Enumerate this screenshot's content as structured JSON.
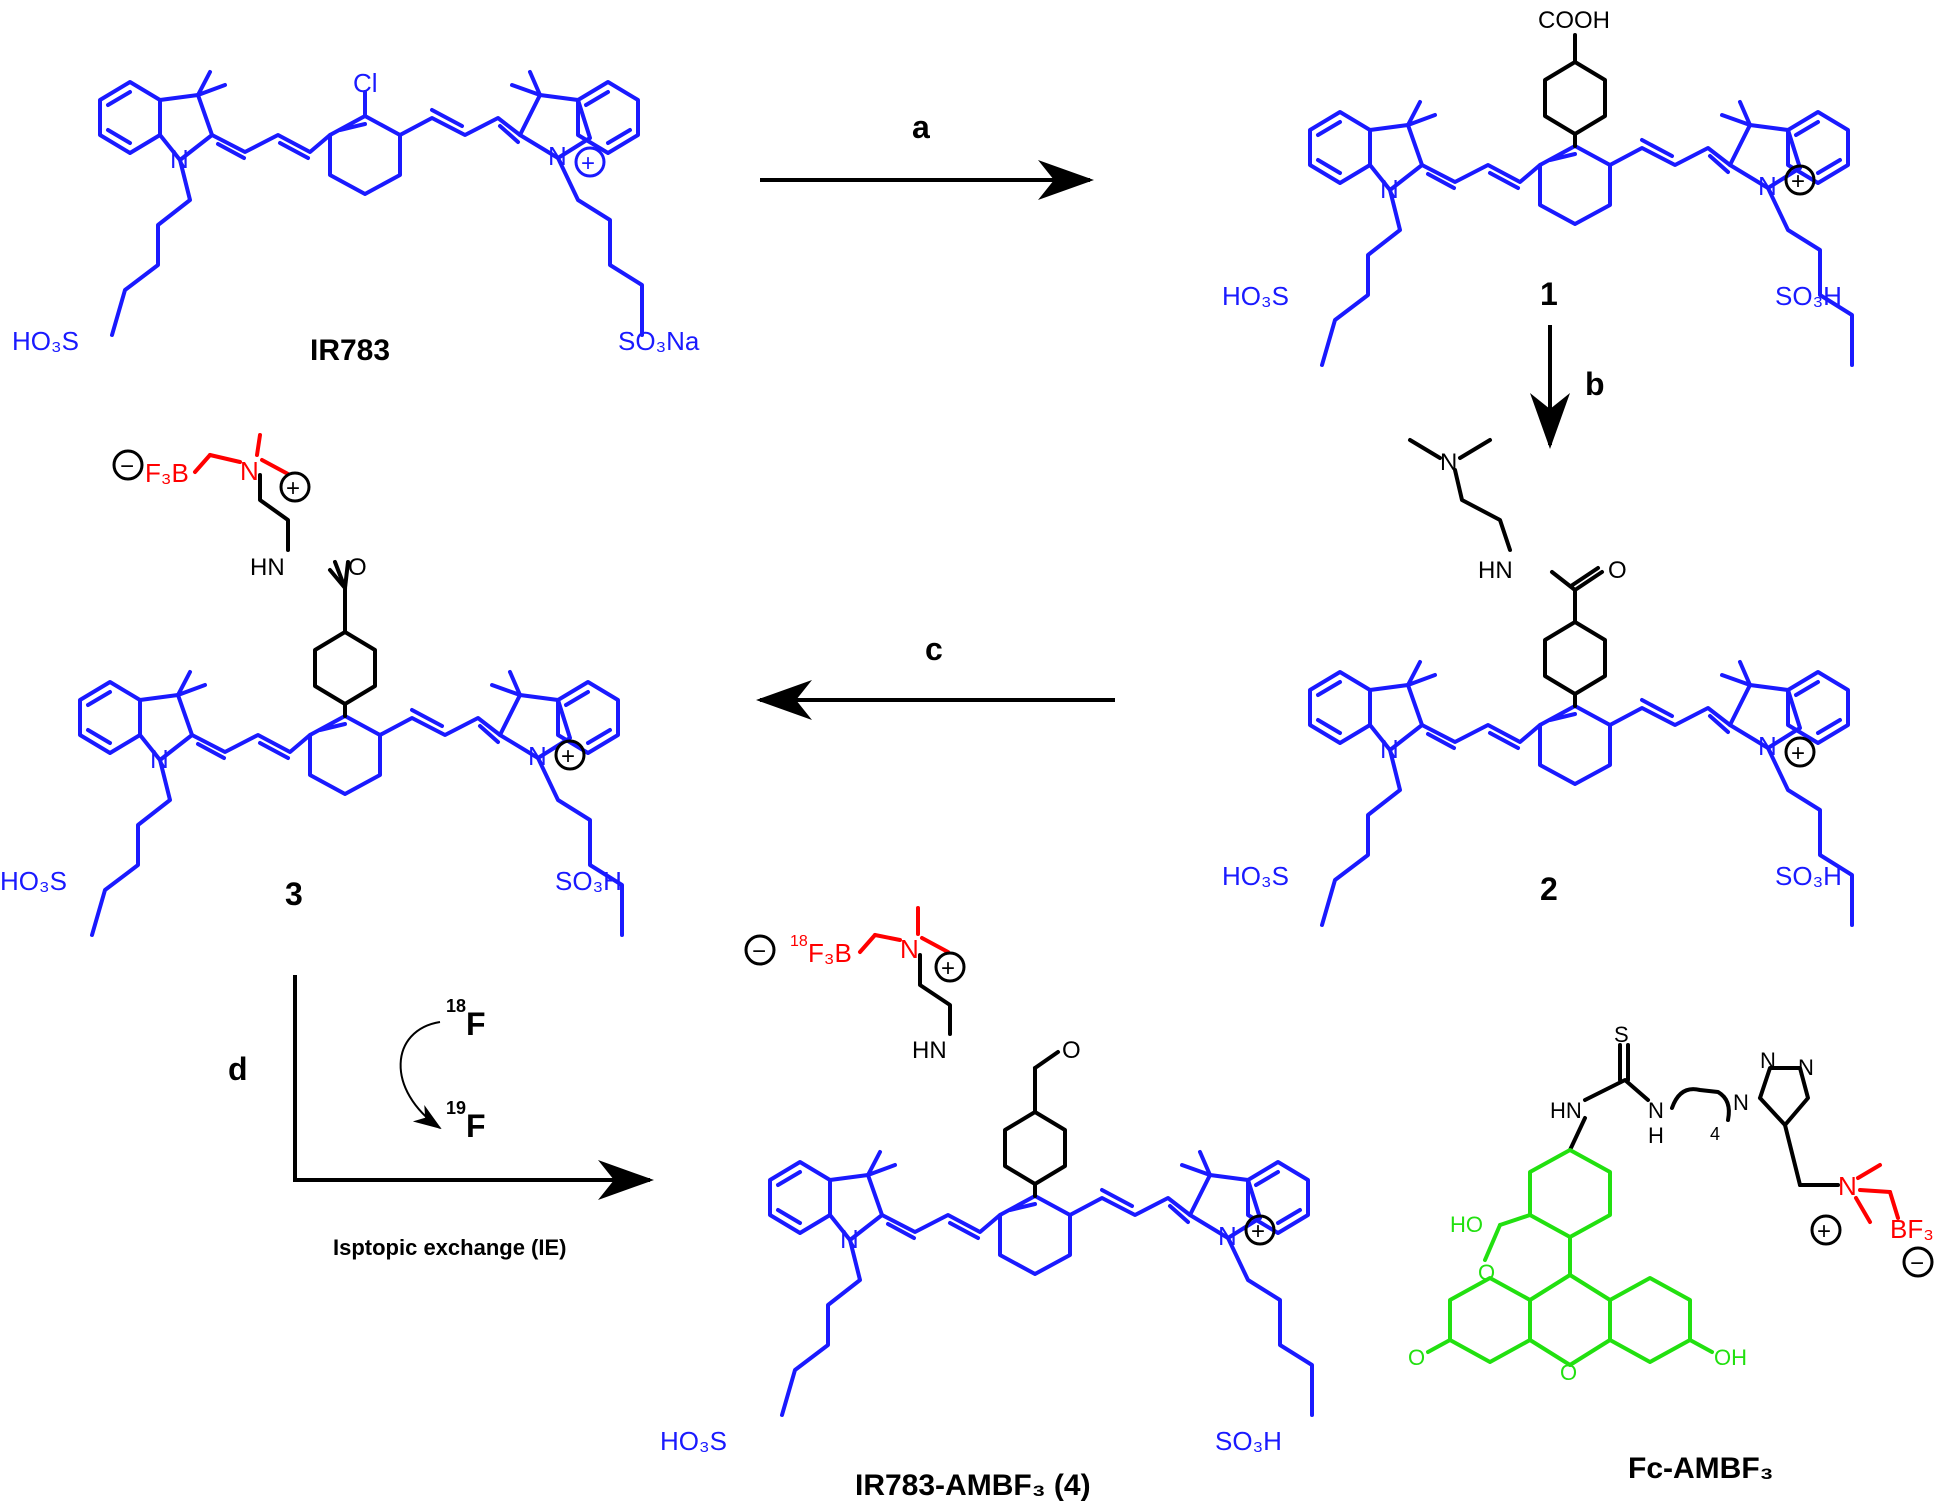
{
  "colors": {
    "dye": "#1a1aff",
    "linker": "#000000",
    "borate": "#ff0000",
    "fluorescein": "#22e010"
  },
  "compounds": {
    "ir783": {
      "label": "IR783",
      "cl": "Cl",
      "so3h": "HO₃S",
      "so3na": "SO₃Na",
      "n": "N"
    },
    "c1": {
      "label": "1",
      "cooh": "COOH",
      "so3h_l": "HO₃S",
      "so3h_r": "SO₃H",
      "n": "N"
    },
    "c2": {
      "label": "2",
      "hn": "HN",
      "o": "O",
      "nme2": "N",
      "so3h_l": "HO₃S",
      "so3h_r": "SO₃H",
      "n": "N"
    },
    "c3": {
      "label": "3",
      "f3b": "F₃B",
      "n": "N",
      "hn": "HN",
      "o": "O",
      "so3h_l": "HO₃S",
      "so3h_r": "SO₃H"
    },
    "c4": {
      "label": "IR783-AMBF₃ (4)",
      "iso": "18",
      "f3b": "F₃B",
      "n": "N",
      "hn": "HN",
      "o": "O",
      "so3h_l": "HO₃S",
      "so3h_r": "SO₃H"
    },
    "fc": {
      "label": "Fc-AMBF₃",
      "s": "S",
      "hn1": "HN",
      "hn2": "N",
      "h2": "H",
      "sub4": "4",
      "bf3": "BF₃",
      "n1": "N",
      "n2": "N",
      "n3": "N",
      "n4": "N",
      "ho": "HO",
      "o1": "O",
      "o2": "O",
      "o3": "O",
      "oh": "OH"
    }
  },
  "reactions": {
    "a": "a",
    "b": "b",
    "c": "c",
    "d": "d",
    "exchange_label": "Isptopic exchange (IE)",
    "iso_top": "18",
    "iso_bottom": "19",
    "f": "F"
  },
  "charges": {
    "plus": "+",
    "minus": "−"
  }
}
